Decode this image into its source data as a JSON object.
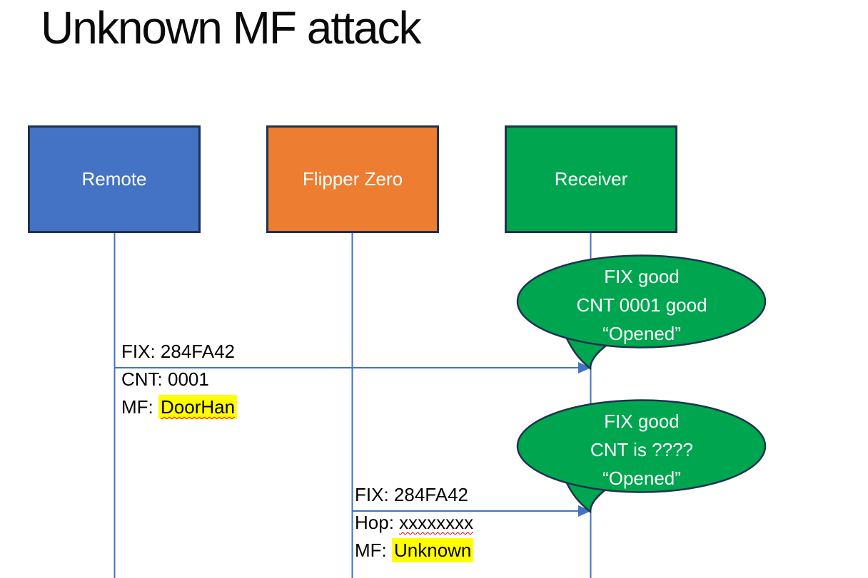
{
  "slide": {
    "title": "Unknown MF attack"
  },
  "actors": [
    {
      "label": "Remote",
      "fill": "#4472C4"
    },
    {
      "label": "Flipper Zero",
      "fill": "#ED7D31"
    },
    {
      "label": "Receiver",
      "fill": "#00A64F"
    }
  ],
  "messages": [
    {
      "from": "Remote",
      "to": "Receiver",
      "line1": "FIX: 284FA42",
      "line2": "CNT: 0001",
      "line3_prefix": "MF: ",
      "line3_highlight": "DoorHan"
    },
    {
      "from": "Flipper Zero",
      "to": "Receiver",
      "line1": "FIX: 284FA42",
      "line2_prefix": "Hop: ",
      "line2_misspelled": "xxxxxxxx",
      "line3_prefix": "MF: ",
      "line3_highlight": "Unknown"
    }
  ],
  "callouts": [
    {
      "line1": "FIX good",
      "line2": "CNT 0001 good",
      "line3": "“Opened”"
    },
    {
      "line1": "FIX good",
      "line2": "CNT is ????",
      "line3": "“Opened”"
    }
  ],
  "colors": {
    "actor_blue": "#4472C4",
    "actor_orange": "#ED7D31",
    "actor_green": "#00A64F",
    "callout_green": "#00A64F",
    "border_navy": "#1E3250",
    "connector_blue": "#4472C4",
    "highlight_yellow": "#FFFF00",
    "squiggle_red": "#FF0000",
    "title_text": "#0A0A0A",
    "label_text": "#000000",
    "actor_text": "#FFFFFF",
    "callout_text": "#FFFFFF"
  }
}
